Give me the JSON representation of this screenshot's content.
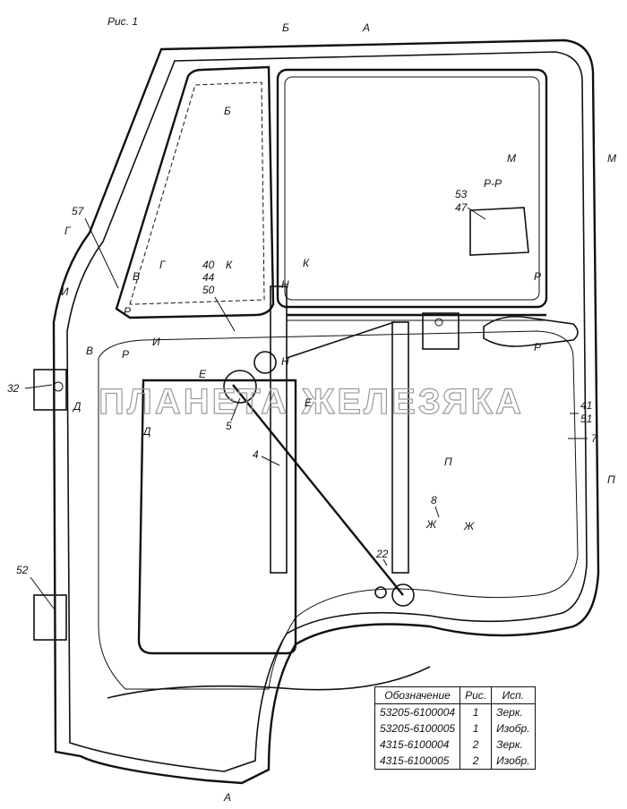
{
  "figure_title": "Рис. 1",
  "watermark": "ПЛАНЕТА ЖЕЛЕЗЯКА",
  "section_labels": {
    "A_top": "А",
    "A_bottom": "А",
    "B_top": "Б",
    "B_inner": "Б",
    "V_left": "В",
    "V_lower": "В",
    "G_left": "Г",
    "G_right": "Г",
    "D_left": "Д",
    "D_right": "Д",
    "E_left": "Е",
    "E_right": "Е",
    "Zh_left": "Ж",
    "Zh_right": "Ж",
    "I_left": "И",
    "I_right": "И",
    "K_left": "К",
    "K_right": "К",
    "M_left": "М",
    "M_right": "М",
    "N_upper": "Н",
    "N_lower": "Н",
    "P_left": "П",
    "P_right": "П",
    "R_top": "Р",
    "R_mid": "Р",
    "R_left": "Р",
    "R_left2": "Р",
    "RR_view": "Р-Р"
  },
  "callouts": {
    "c4": "4",
    "c5": "5",
    "c7": "7",
    "c8": "8",
    "c22": "22",
    "c32": "32",
    "c40": "40",
    "c44": "44",
    "c50": "50",
    "c41": "41",
    "c51": "51",
    "c47": "47",
    "c53": "53",
    "c52": "52",
    "c57": "57"
  },
  "table": {
    "headers": [
      "Обозначение",
      "Рис.",
      "Исп."
    ],
    "rows": [
      [
        "53205-6100004",
        "1",
        "Зерк."
      ],
      [
        "53205-6100005",
        "1",
        "Изобр."
      ],
      [
        "4315-6100004",
        "2",
        "Зерк."
      ],
      [
        "4315-6100005",
        "2",
        "Изобр."
      ]
    ]
  }
}
